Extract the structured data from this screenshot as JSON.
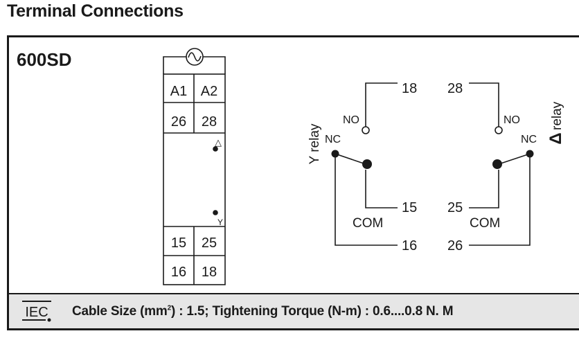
{
  "title": "Terminal Connections",
  "model": "600SD",
  "symbols": {
    "ac_supply": "ac-supply-icon",
    "iec": "iec-logo-icon"
  },
  "terminals": {
    "a1": "A1",
    "a2": "A2",
    "t26": "26",
    "t28": "28",
    "marker_top": "△",
    "marker_bottom": "Y",
    "t15": "15",
    "t25": "25",
    "t16": "16",
    "t18": "18"
  },
  "y_relay": {
    "name": "Y relay",
    "no_label": "NO",
    "nc_label": "NC",
    "com_label": "COM",
    "no_terminal": "18",
    "com_terminal": "15",
    "nc_terminal": "16"
  },
  "delta_relay": {
    "name_symbol": "Δ",
    "name": "relay",
    "no_label": "NO",
    "nc_label": "NC",
    "com_label": "COM",
    "no_terminal": "28",
    "com_terminal": "25",
    "nc_terminal": "26"
  },
  "footer": {
    "iec_text": "IEC",
    "cable_prefix": "Cable Size (mm",
    "cable_sup": "2",
    "cable_rest": ") : 1.5; Tightening Torque (N-m) : 0.6....0.8 N. M"
  }
}
